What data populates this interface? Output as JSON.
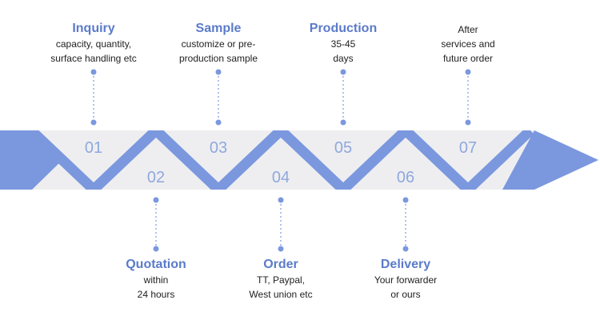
{
  "colors": {
    "band": "#eeeef1",
    "chevron": "#7b98de",
    "arrow": "#7b98de",
    "dot": "#7b98de",
    "number": "#8fa8dc",
    "title": "#5b7bc9",
    "desc": "#222222"
  },
  "steps": [
    {
      "num": "01",
      "title": "Inquiry",
      "desc": [
        "capacity, quantity,",
        "surface handling etc"
      ],
      "side": "top"
    },
    {
      "num": "02",
      "title": "Quotation",
      "desc": [
        "within",
        "24 hours"
      ],
      "side": "bottom"
    },
    {
      "num": "03",
      "title": "Sample",
      "desc": [
        "customize or pre-",
        "production sample"
      ],
      "side": "top"
    },
    {
      "num": "04",
      "title": "Order",
      "desc": [
        "TT, Paypal,",
        "West union etc"
      ],
      "side": "bottom"
    },
    {
      "num": "05",
      "title": "Production",
      "desc": [
        "35-45",
        "days"
      ],
      "side": "top"
    },
    {
      "num": "06",
      "title": "Delivery",
      "desc": [
        "Your forwarder",
        "or ours"
      ],
      "side": "bottom"
    },
    {
      "num": "07",
      "title": "",
      "desc": [
        "After",
        "services and",
        "future order"
      ],
      "side": "top"
    }
  ]
}
